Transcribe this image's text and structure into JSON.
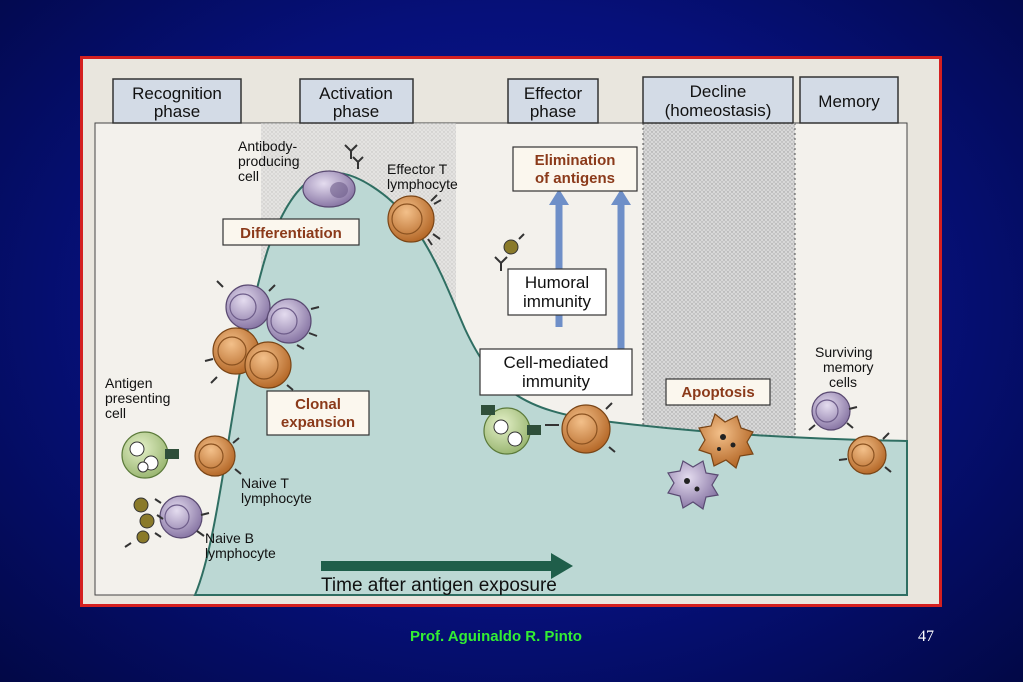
{
  "phases": [
    {
      "lines": [
        "Recognition",
        "phase"
      ]
    },
    {
      "lines": [
        "Activation",
        "phase"
      ]
    },
    {
      "lines": [
        "Effector",
        "phase"
      ]
    },
    {
      "lines": [
        "Decline",
        "(homeostasis)"
      ]
    },
    {
      "lines": [
        "Memory"
      ]
    }
  ],
  "labels": {
    "antibody_cell": [
      "Antibody-",
      "producing",
      "cell"
    ],
    "effector_t": [
      "Effector T",
      "lymphocyte"
    ],
    "antigen_presenting": [
      "Antigen",
      "presenting",
      "cell"
    ],
    "naive_t": [
      "Naive T",
      "lymphocyte"
    ],
    "naive_b": [
      "Naive B",
      "lymphocyte"
    ],
    "surviving_memory": [
      "Surviving",
      "memory",
      "cells"
    ]
  },
  "boxes": {
    "differentiation": "Differentiation",
    "clonal_expansion": [
      "Clonal",
      "expansion"
    ],
    "elimination": [
      "Elimination",
      "of antigens"
    ],
    "humoral": [
      "Humoral",
      "immunity"
    ],
    "cell_mediated": [
      "Cell-mediated",
      "immunity"
    ],
    "apoptosis": "Apoptosis"
  },
  "axis": {
    "time_label": "Time after antigen exposure"
  },
  "footer": {
    "credit": "Prof. Aguinaldo R. Pinto",
    "slide_number": "47"
  },
  "colors": {
    "frame_border": "#d42020",
    "curve_fill": "#bcd8d4",
    "box_text_brown": "#8b3a1a",
    "phase_box": "#d3dbe6",
    "arrow_blue": "#6e8fc8",
    "time_arrow": "#1f5e4a",
    "footer_text": "#33ee33"
  }
}
